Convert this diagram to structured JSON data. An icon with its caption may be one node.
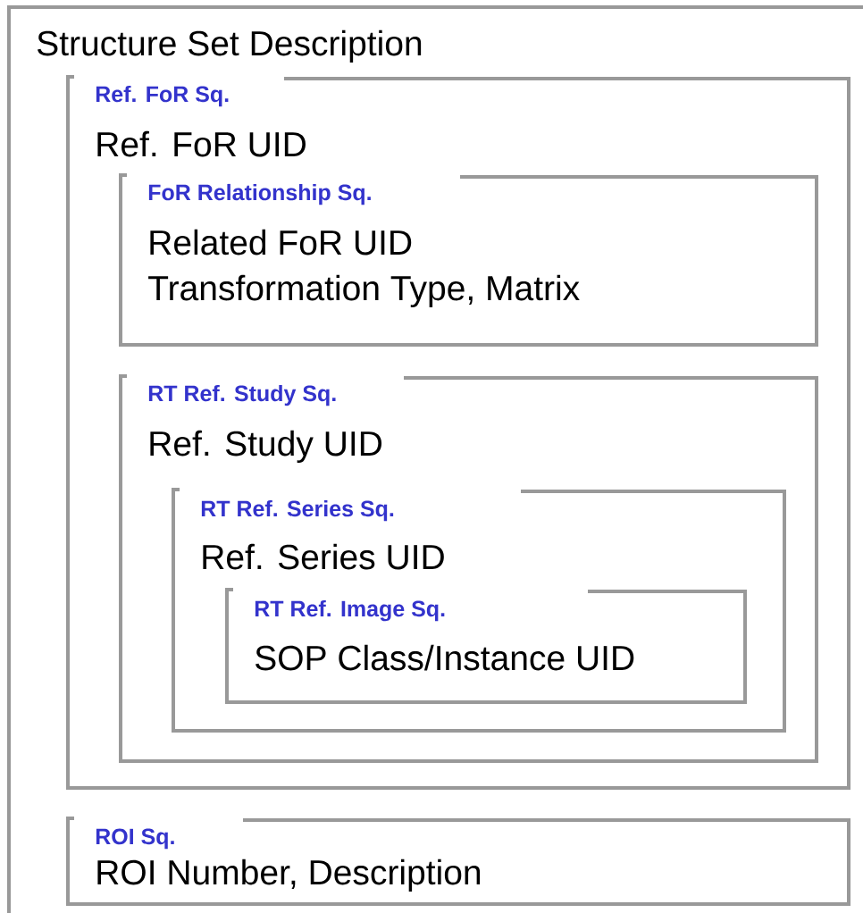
{
  "diagram": {
    "nodes": [
      {
        "text": [
          "Structure Set Description"
        ]
      },
      {
        "text": [
          "Ref. FoR Sq.",
          "Ref. FoR UID"
        ],
        "in": 0
      },
      {
        "text": [
          "FoR Relationship  Sq.",
          "Related FoR UID",
          "Transformation Type, Matrix"
        ],
        "in": 1
      },
      {
        "text": [
          "RT Ref. Study Sq.",
          "Ref. Study UID"
        ],
        "in": 1
      },
      {
        "text": [
          "RT Ref. Series Sq.",
          "Ref. Series UID"
        ],
        "in": 3
      },
      {
        "text": [
          "RT Ref. Image Sq.",
          "SOP Class/Instance UID"
        ],
        "in": 4
      },
      {
        "text": [
          "ROI Sq.",
          "ROI Number, Description"
        ],
        "in": 0
      }
    ]
  }
}
